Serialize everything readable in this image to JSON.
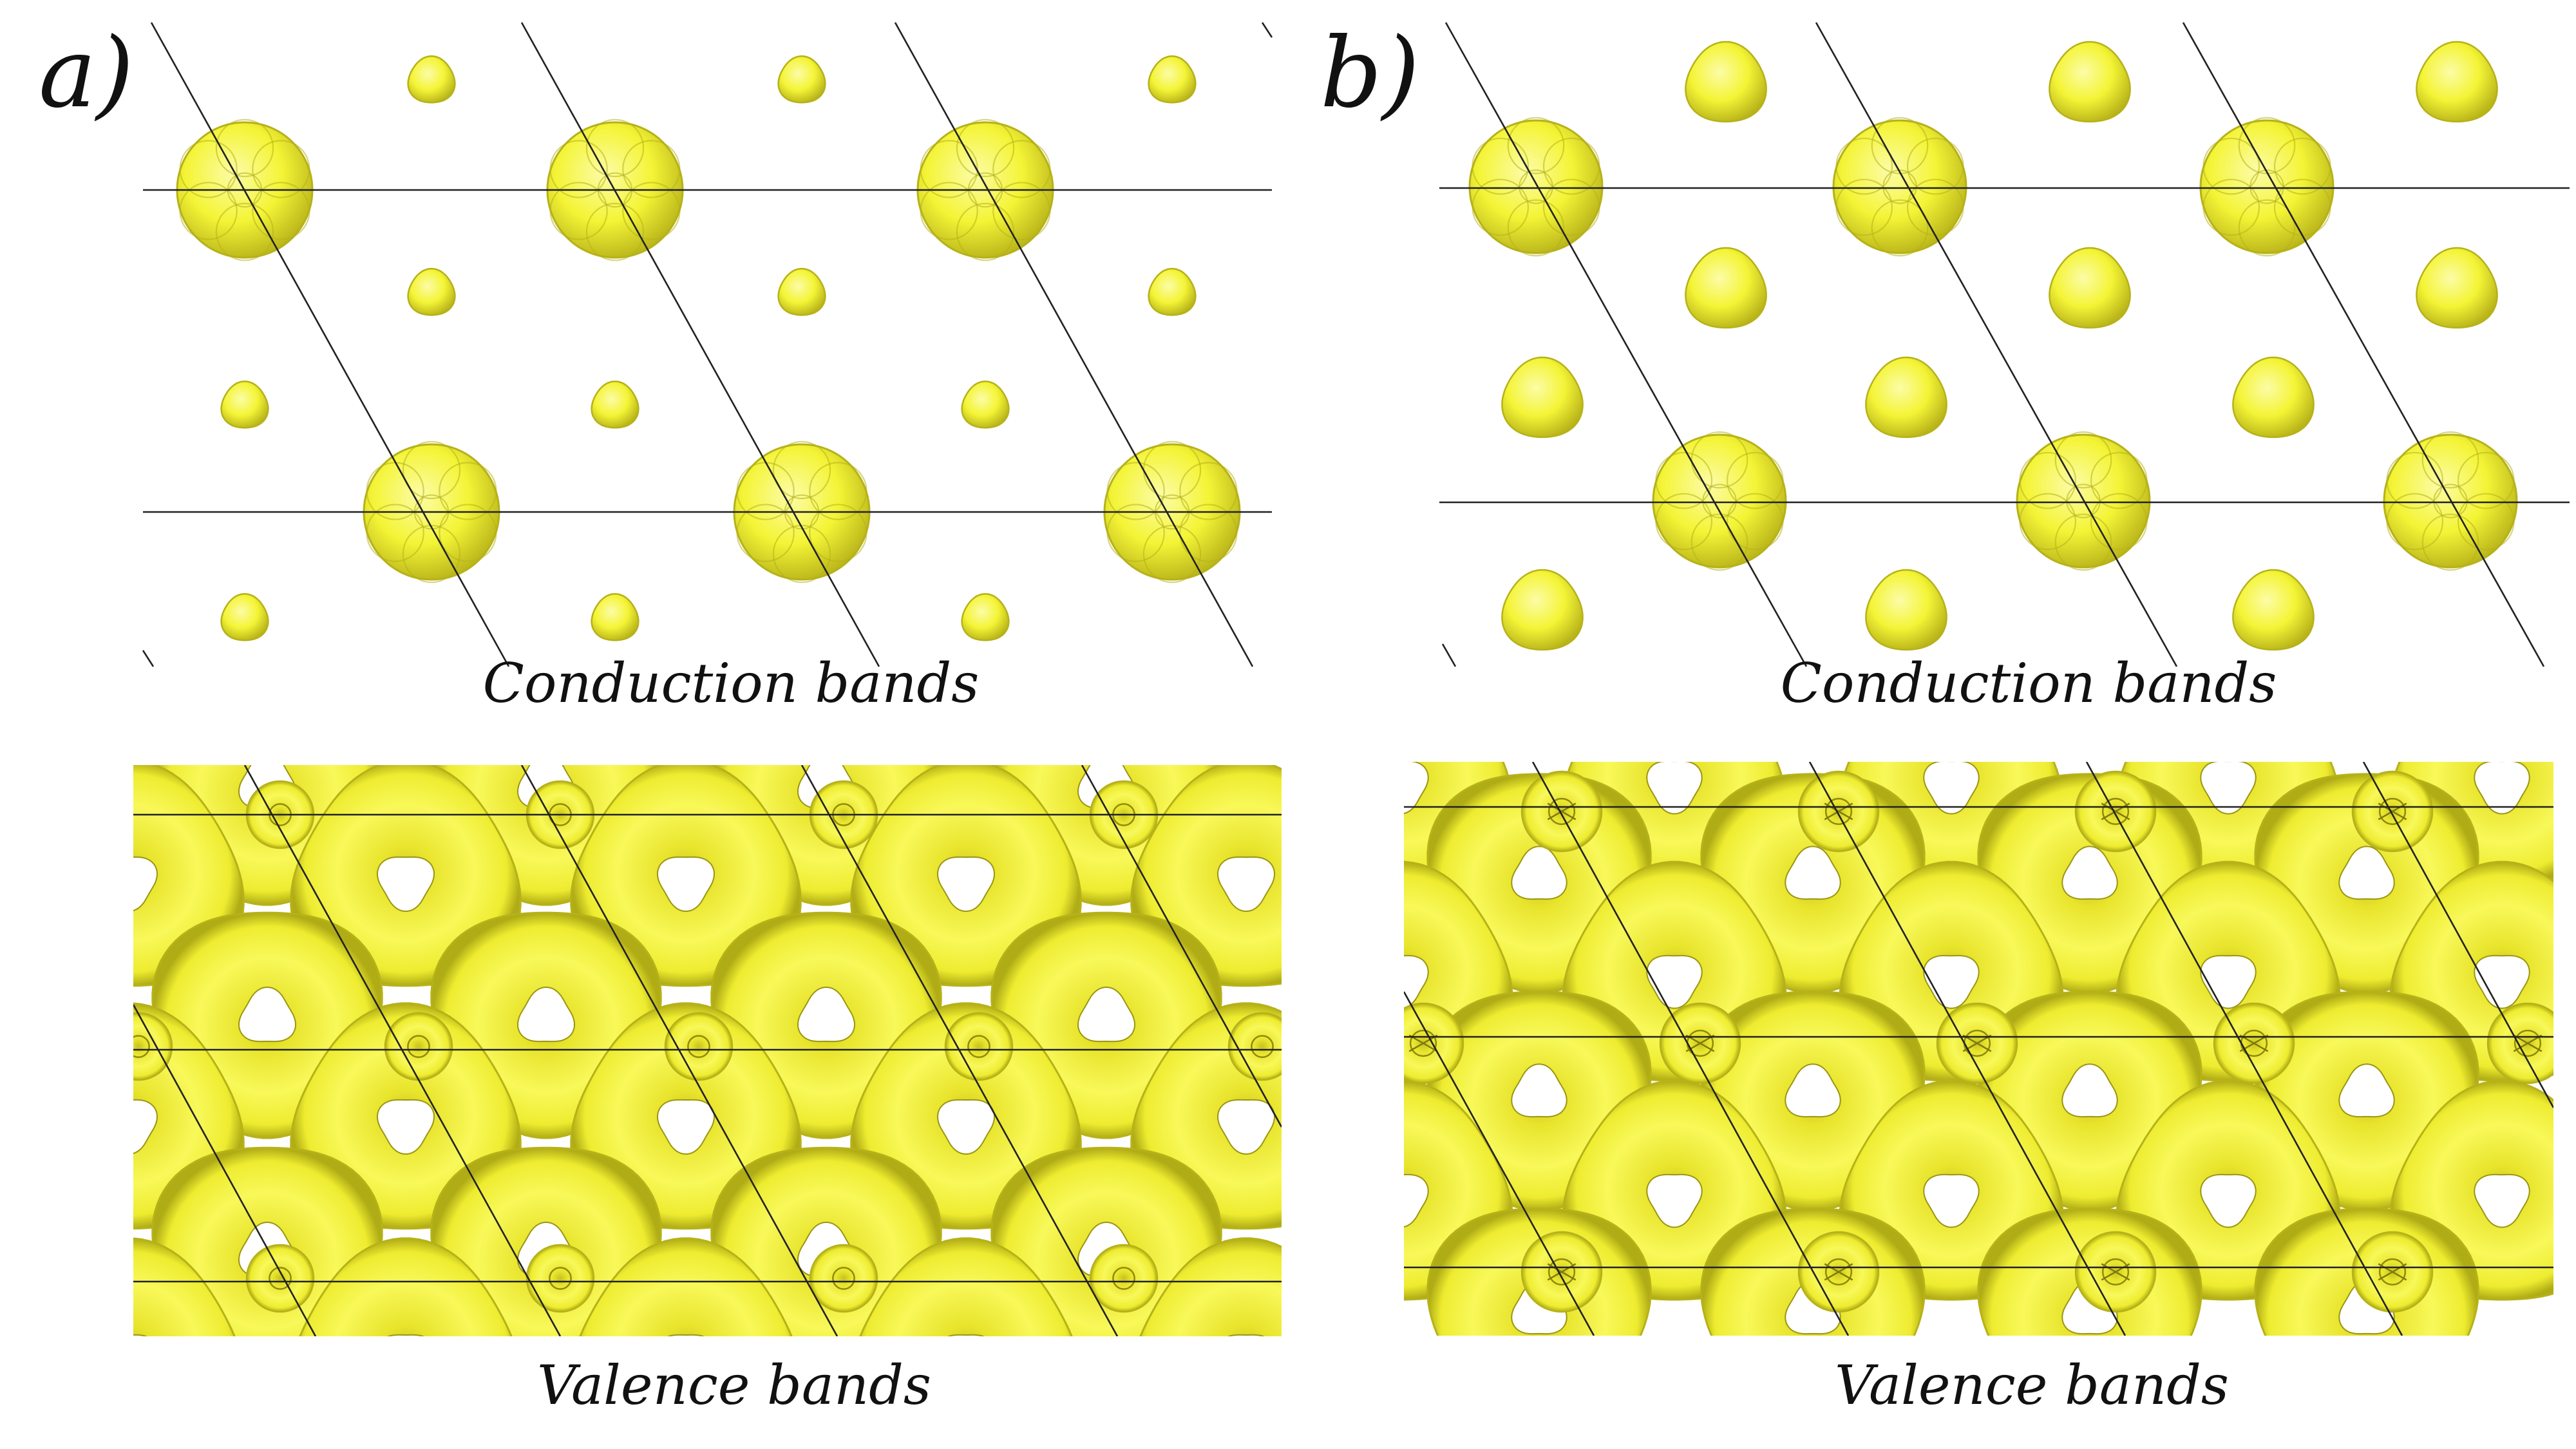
{
  "figure": {
    "panels": [
      {
        "id": "a",
        "label": "a)",
        "top_caption": "Conduction bands",
        "bottom_caption": "Valence bands"
      },
      {
        "id": "b",
        "label": "b)",
        "top_caption": "Conduction bands",
        "bottom_caption": "Valence bands"
      }
    ]
  },
  "colors": {
    "isosurface": "#f4f436",
    "isosurface_highlight": "#fbfb9c",
    "isosurface_shadow": "#b6b218",
    "hole": "#ffffff",
    "lattice_line": "#222222",
    "background": "#ffffff"
  }
}
